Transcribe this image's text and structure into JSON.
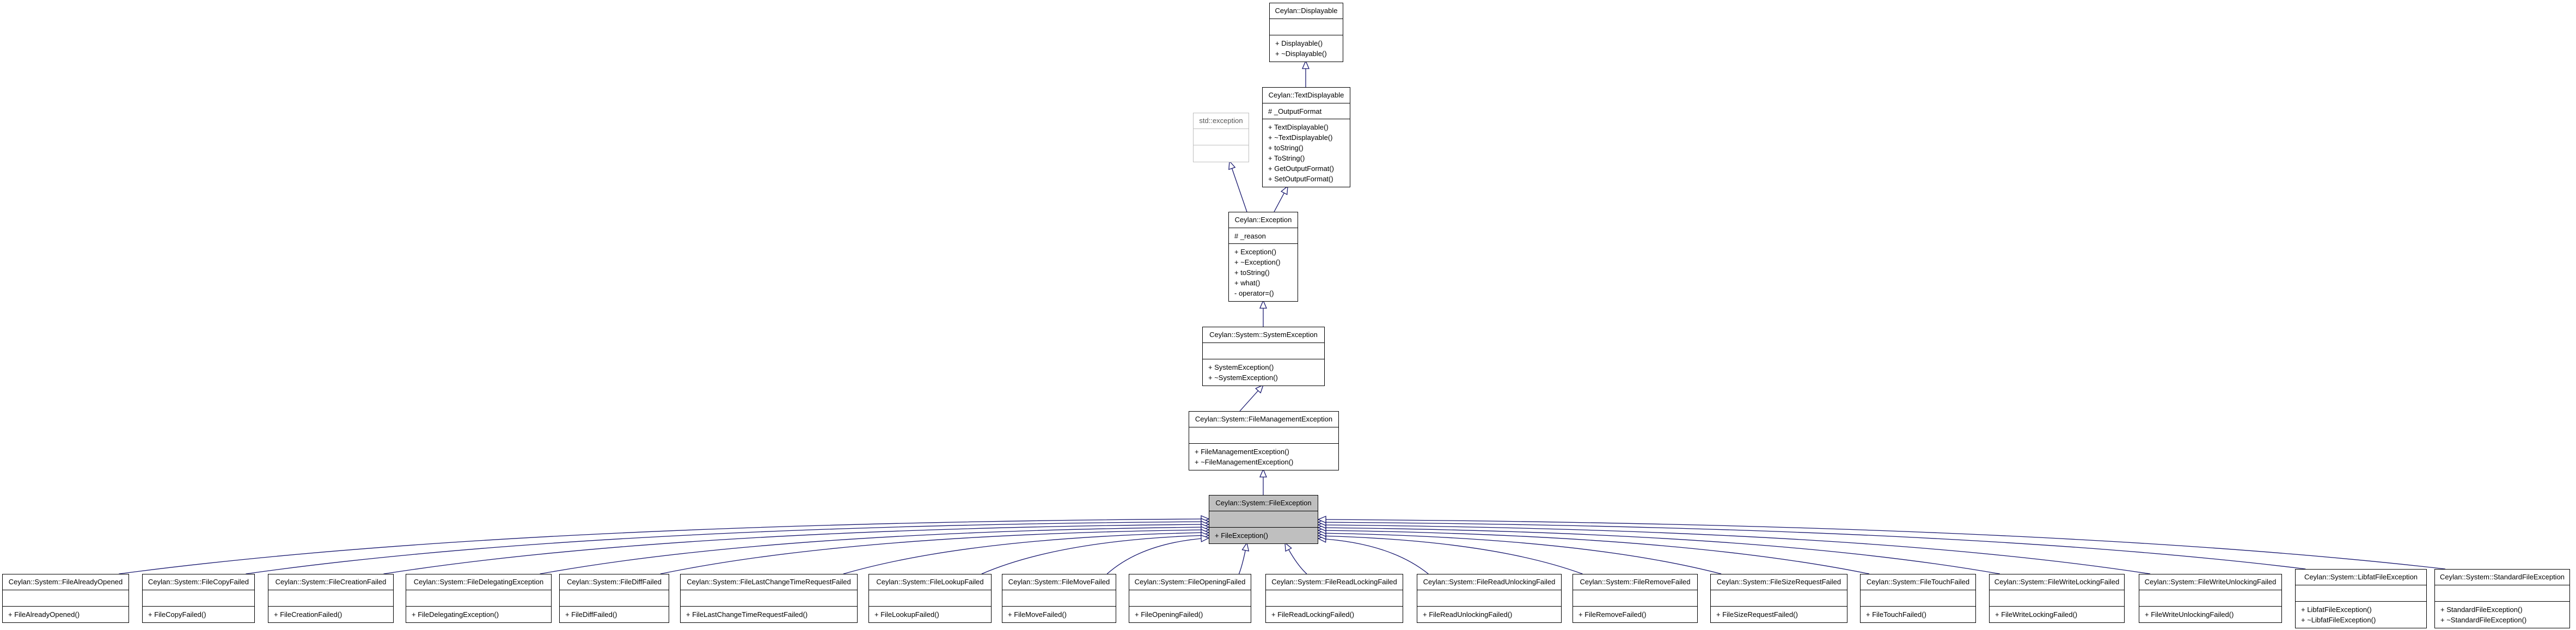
{
  "diagram": {
    "edge_color": "#191970",
    "highlight_color": "#bfbfbf",
    "classes": [
      {
        "id": "displayable",
        "name": "Ceylan::Displayable",
        "attributes": [],
        "methods": [
          "+ Displayable()",
          "+ ~Displayable()"
        ]
      },
      {
        "id": "textdisplayable",
        "name": "Ceylan::TextDisplayable",
        "attributes": [
          "# _OutputFormat"
        ],
        "methods": [
          "+ TextDisplayable()",
          "+ ~TextDisplayable()",
          "+ toString()",
          "+ ToString()",
          "+ GetOutputFormat()",
          "+ SetOutputFormat()"
        ]
      },
      {
        "id": "stdexception",
        "name": "std::exception",
        "attributes": [],
        "methods": [],
        "style": "external"
      },
      {
        "id": "exception",
        "name": "Ceylan::Exception",
        "attributes": [
          "# _reason"
        ],
        "methods": [
          "+ Exception()",
          "+ ~Exception()",
          "+ toString()",
          "+ what()",
          "- operator=()"
        ]
      },
      {
        "id": "systemexception",
        "name": "Ceylan::System::SystemException",
        "attributes": [],
        "methods": [
          "+ SystemException()",
          "+ ~SystemException()"
        ]
      },
      {
        "id": "filemanagement",
        "name": "Ceylan::System::FileManagementException",
        "attributes": [],
        "methods": [
          "+ FileManagementException()",
          "+ ~FileManagementException()"
        ]
      },
      {
        "id": "fileexception",
        "name": "Ceylan::System::FileException",
        "attributes": [],
        "methods": [
          "+ FileException()"
        ],
        "style": "highlight"
      },
      {
        "id": "c1",
        "name": "Ceylan::System::FileAlreadyOpened",
        "attributes": [],
        "methods": [
          "+ FileAlreadyOpened()"
        ]
      },
      {
        "id": "c2",
        "name": "Ceylan::System::FileCopyFailed",
        "attributes": [],
        "methods": [
          "+ FileCopyFailed()"
        ]
      },
      {
        "id": "c3",
        "name": "Ceylan::System::FileCreationFailed",
        "attributes": [],
        "methods": [
          "+ FileCreationFailed()"
        ]
      },
      {
        "id": "c4",
        "name": "Ceylan::System::FileDelegatingException",
        "attributes": [],
        "methods": [
          "+ FileDelegatingException()"
        ]
      },
      {
        "id": "c5",
        "name": "Ceylan::System::FileDiffFailed",
        "attributes": [],
        "methods": [
          "+ FileDiffFailed()"
        ]
      },
      {
        "id": "c6",
        "name": "Ceylan::System::FileLastChangeTimeRequestFailed",
        "attributes": [],
        "methods": [
          "+ FileLastChangeTimeRequestFailed()"
        ]
      },
      {
        "id": "c7",
        "name": "Ceylan::System::FileLookupFailed",
        "attributes": [],
        "methods": [
          "+ FileLookupFailed()"
        ]
      },
      {
        "id": "c8",
        "name": "Ceylan::System::FileMoveFailed",
        "attributes": [],
        "methods": [
          "+ FileMoveFailed()"
        ]
      },
      {
        "id": "c9",
        "name": "Ceylan::System::FileOpeningFailed",
        "attributes": [],
        "methods": [
          "+ FileOpeningFailed()"
        ]
      },
      {
        "id": "c10",
        "name": "Ceylan::System::FileReadLockingFailed",
        "attributes": [],
        "methods": [
          "+ FileReadLockingFailed()"
        ]
      },
      {
        "id": "c11",
        "name": "Ceylan::System::FileReadUnlockingFailed",
        "attributes": [],
        "methods": [
          "+ FileReadUnlockingFailed()"
        ]
      },
      {
        "id": "c12",
        "name": "Ceylan::System::FileRemoveFailed",
        "attributes": [],
        "methods": [
          "+ FileRemoveFailed()"
        ]
      },
      {
        "id": "c13",
        "name": "Ceylan::System::FileSizeRequestFailed",
        "attributes": [],
        "methods": [
          "+ FileSizeRequestFailed()"
        ]
      },
      {
        "id": "c14",
        "name": "Ceylan::System::FileTouchFailed",
        "attributes": [],
        "methods": [
          "+ FileTouchFailed()"
        ]
      },
      {
        "id": "c15",
        "name": "Ceylan::System::FileWriteLockingFailed",
        "attributes": [],
        "methods": [
          "+ FileWriteLockingFailed()"
        ]
      },
      {
        "id": "c16",
        "name": "Ceylan::System::FileWriteUnlockingFailed",
        "attributes": [],
        "methods": [
          "+ FileWriteUnlockingFailed()"
        ]
      },
      {
        "id": "c17",
        "name": "Ceylan::System::LibfatFileException",
        "attributes": [],
        "methods": [
          "+ LibfatFileException()",
          "+ ~LibfatFileException()"
        ]
      },
      {
        "id": "c18",
        "name": "Ceylan::System::StandardFileException",
        "attributes": [],
        "methods": [
          "+ StandardFileException()",
          "+ ~StandardFileException()"
        ]
      }
    ]
  }
}
